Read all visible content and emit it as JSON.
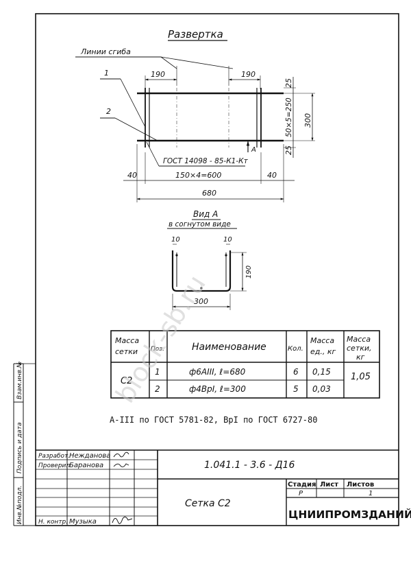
{
  "drawing": {
    "razvertka_title": "Развертка",
    "bend_lines_label": "Линии сгиба",
    "leader_1": "1",
    "leader_2": "2",
    "dim_top_left": "190",
    "dim_top_right": "190",
    "dim_right_top": "25",
    "dim_right_mid": "50×5=250",
    "dim_right_total": "300",
    "dim_right_bottom": "25",
    "arrow_label": "А",
    "gost_label": "ГОСТ 14098 - 85-К1-Кт",
    "dim_left_40": "40",
    "dim_mid": "150×4=600",
    "dim_right_40": "40",
    "dim_total": "680",
    "view_title": "Вид А",
    "view_subtitle": "в согнутом виде",
    "view_dim_left": "10",
    "view_dim_right": "10",
    "view_dim_height": "190",
    "view_dim_width": "300"
  },
  "spec_table": {
    "headers": {
      "mass_mesh": [
        "Масса",
        "сетки"
      ],
      "pos": "Поз.",
      "name": "Наименование",
      "qty": "Кол.",
      "mass_unit": [
        "Масса",
        "ед., кг"
      ],
      "mass_mesh_kg": [
        "Масса",
        "сетки,",
        "кг"
      ]
    },
    "mesh_name": "С2",
    "total_mass": "1,05",
    "rows": [
      {
        "pos": "1",
        "name": "ф6АIII,  ℓ=680",
        "qty": "6",
        "mass": "0,15"
      },
      {
        "pos": "2",
        "name": "ф4ВрI,  ℓ=300",
        "qty": "5",
        "mass": "0,03"
      }
    ]
  },
  "note": "А-III по ГОСТ 5781-82, ВрI по ГОСТ 6727-80",
  "title_block": {
    "doc_code": "1.041.1 - 3.6 - Д16",
    "doc_name": "Сетка  С2",
    "stage_label": "Стадия",
    "sheet_label": "Лист",
    "sheets_label": "Листов",
    "stage": "Р",
    "sheets": "1",
    "org": "ЦНИИПРОМЗДАНИЙ",
    "roles": {
      "developed": "Разработ.",
      "checked": "Проверил",
      "norm_control": "Н. контр."
    },
    "names": {
      "developed": "Нежданова",
      "checked": "Баранова",
      "norm_control": "Музыка"
    }
  },
  "margin_labels": {
    "inv_no": "Инв.№подл.",
    "sign_date": "Подпись и дата",
    "replace_inv": "Взам.инв.№"
  },
  "watermark": "block-sb.ru"
}
